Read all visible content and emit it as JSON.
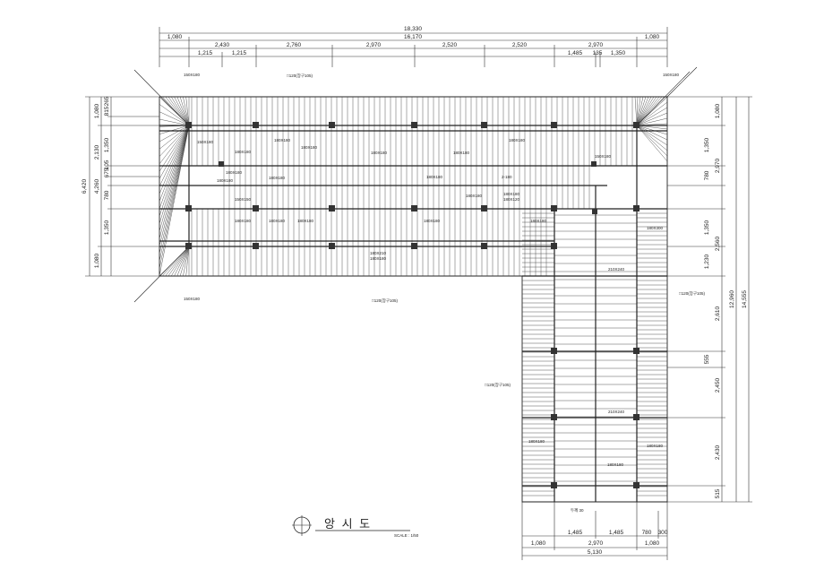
{
  "title": {
    "text": "앙 시 도",
    "scale": "SCALE : 1/50"
  },
  "top_dims": {
    "overall": "18,330",
    "inner": "16,170",
    "eave_left": "1,080",
    "eave_right": "1,080",
    "bays": [
      "2,430",
      "2,760",
      "2,970",
      "2,520",
      "2,520",
      "2,970"
    ],
    "sub": [
      "1,215",
      "1,215",
      "1,485",
      "135",
      "1,350"
    ]
  },
  "left_dims": {
    "overall": "6,420",
    "inner": "4,260",
    "parts": [
      "1,080",
      "815",
      "265",
      "1,350",
      "2,130",
      "675",
      "105",
      "780",
      "1,350",
      "1,080"
    ]
  },
  "right_dims": {
    "overall": "14,555",
    "inner": "12,960",
    "parts": [
      "1,080",
      "1,350",
      "2,970",
      "780",
      "1,350",
      "2,560",
      "1,230",
      "2,610",
      "555",
      "2,450",
      "2,430",
      "515"
    ]
  },
  "bottom_dims": {
    "overall": "5,130",
    "parts": [
      "1,080",
      "2,970",
      "1,080"
    ],
    "sub": [
      "1,485",
      "1,485",
      "780",
      "300"
    ]
  },
  "notes": [
    "150X180",
    "□120(장구105)",
    "180X180",
    "180X180",
    "180X180",
    "180X180",
    "180X180",
    "180X180",
    "180X180",
    "180X180",
    "150X150",
    "180X180",
    "180X180",
    "2-180",
    "180X180",
    "180X120",
    "180X210",
    "180X180",
    "180X180",
    "180X180",
    "150X180",
    "□120(장구105)",
    "150X180",
    "□120(장구105)",
    "□120(장구105)",
    "180X300",
    "210X240",
    "210X240",
    "180X180",
    "180X180",
    "180X180",
    "두께 30",
    "180X180",
    "180X180",
    "180X180",
    "150X180",
    "150X180",
    "180X180"
  ]
}
